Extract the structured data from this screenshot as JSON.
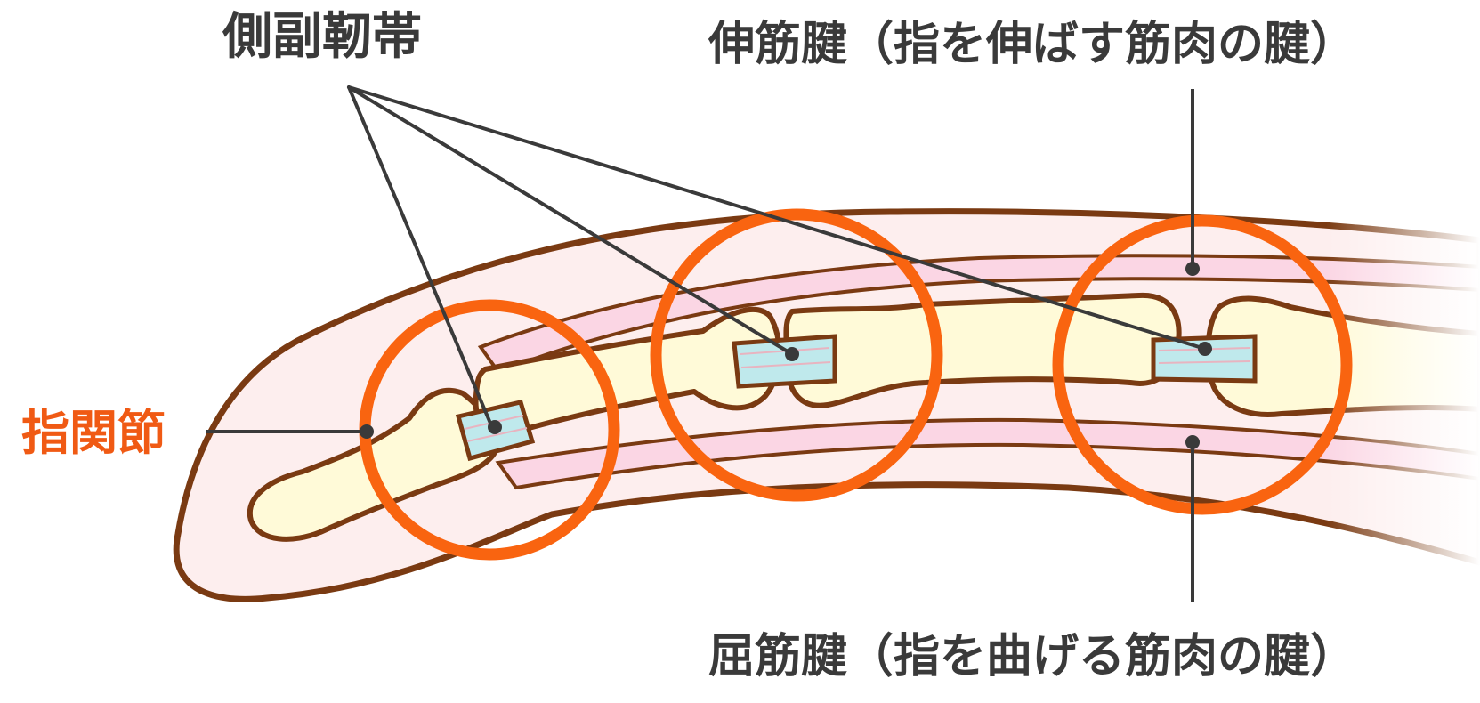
{
  "labels": {
    "collateral_ligament": "側副靭帯",
    "extensor_tendon": "伸筋腱（指を伸ばす筋肉の腱）",
    "flexor_tendon": "屈筋腱（指を曲げる筋肉の腱）",
    "finger_joint": "指関節"
  },
  "colors": {
    "outline": "#7a3a12",
    "skin": "#fdeeee",
    "bone": "#fffad8",
    "tendon": "#fbd6e4",
    "ligament": "#bfe9ec",
    "highlight_circle": "#f96410",
    "leader_line": "#3a3a3a",
    "accent_text": "#f05a14",
    "dark_text": "#3a3a3a"
  }
}
